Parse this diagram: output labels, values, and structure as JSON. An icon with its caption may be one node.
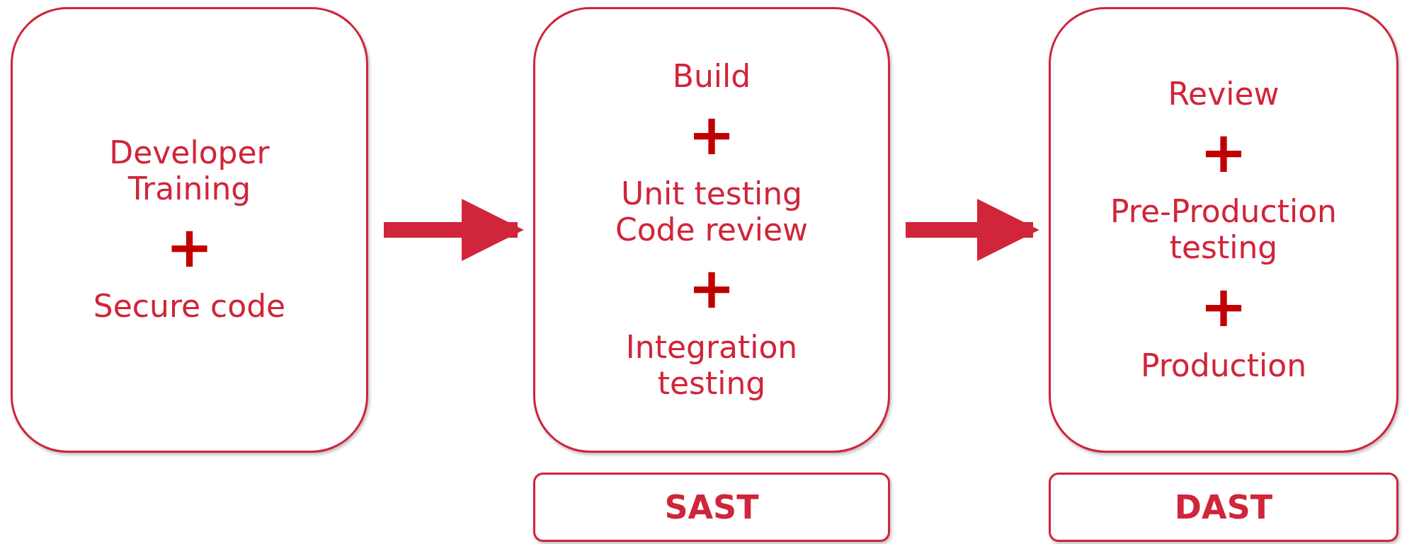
{
  "diagram": {
    "nodes": [
      {
        "text": [
          "Developer Training",
          "+",
          "Secure code"
        ]
      },
      {
        "text": [
          "Build",
          "+",
          "Unit testing Code review",
          "+",
          "Integration testing"
        ]
      },
      {
        "text": [
          "Review",
          "+",
          "Pre-Production testing",
          "+",
          "Production"
        ]
      },
      {
        "text": [
          "SAST"
        ]
      },
      {
        "text": [
          "DAST"
        ]
      }
    ],
    "edges": [
      {
        "from": 0,
        "to": 1,
        "arrow": "to"
      },
      {
        "from": 1,
        "to": 2,
        "arrow": "to"
      }
    ]
  }
}
